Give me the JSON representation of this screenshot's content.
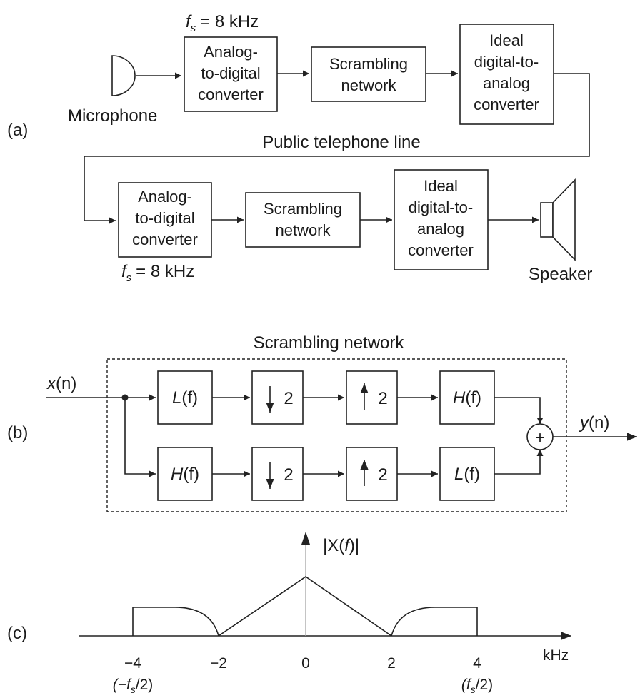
{
  "part_a": {
    "label": "(a)",
    "microphone": "Microphone",
    "speaker": "Speaker",
    "line_label": "Public telephone line",
    "fs_label": "= 8 kHz",
    "fs_symbol": "f",
    "fs_sub": "s",
    "adc": [
      "Analog-",
      "to-digital",
      "converter"
    ],
    "scrambler": [
      "Scrambling",
      "network"
    ],
    "dac": [
      "Ideal",
      "digital-to-",
      "analog",
      "converter"
    ]
  },
  "part_b": {
    "label": "(b)",
    "title": "Scrambling network",
    "input_var": "x",
    "input_arg": "(n)",
    "output_var": "y",
    "output_arg": "(n)",
    "lowpass_fn": "L",
    "highpass_fn": "H",
    "freq_arg": "(f)",
    "factor": "2",
    "sum_symbol": "+"
  },
  "part_c": {
    "label": "(c)",
    "ylabel_pre": "|X(",
    "ylabel_var": "f",
    "ylabel_post": ")|",
    "xlabel": "kHz",
    "ticks": [
      "−4",
      "−2",
      "0",
      "2",
      "4"
    ],
    "left_note": [
      "(−f",
      "s",
      "/2)"
    ],
    "right_note": [
      "(f",
      "s",
      "/2)"
    ]
  },
  "colors": {
    "ink": "#1a1a1a",
    "background": "#ffffff"
  }
}
